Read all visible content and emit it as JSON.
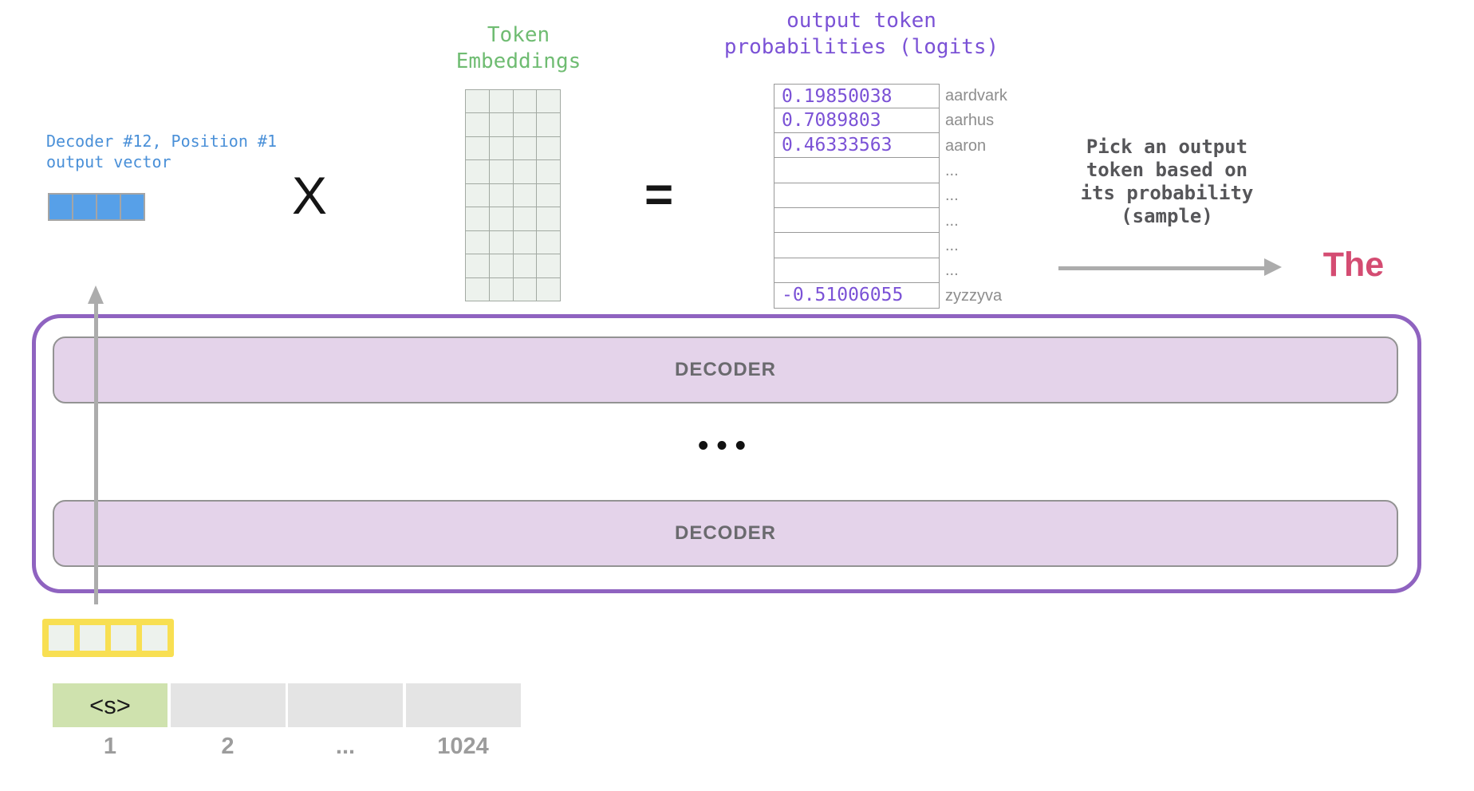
{
  "colors": {
    "blue_text": "#4A90D8",
    "vector_blue": "#57A0E8",
    "frame_gray": "#A5A5A5",
    "green_text": "#6FBC72",
    "grid_cell": "#EDF2ED",
    "grid_line": "#A2A9A2",
    "purple_text": "#7B52D6",
    "label_gray": "#8D8D8D",
    "arrow_gray": "#ACACAC",
    "pink_text": "#D44C72",
    "container_purple": "#8F63C0",
    "decoder_fill": "#E4D3EA",
    "decoder_text": "#6A6A6E",
    "yellow": "#F8DF52",
    "token_green": "#CFE2AE",
    "token_gray": "#E4E4E4",
    "pos_gray": "#9C9C9C"
  },
  "output_vector": {
    "label_line1": "Decoder #12, Position #1",
    "label_line2": "output vector",
    "rows": 1,
    "cols": 4
  },
  "multiply_sign": "X",
  "equals_sign": "=",
  "token_embeddings": {
    "title_line1": "Token",
    "title_line2": "Embeddings",
    "rows": 9,
    "cols": 4
  },
  "logits": {
    "title_line1": "output token",
    "title_line2": "probabilities (logits)",
    "rows": [
      {
        "value": "0.19850038",
        "label": "aardvark"
      },
      {
        "value": "0.7089803",
        "label": "aarhus"
      },
      {
        "value": "0.46333563",
        "label": "aaron"
      },
      {
        "value": "",
        "label": "..."
      },
      {
        "value": "",
        "label": "..."
      },
      {
        "value": "",
        "label": "..."
      },
      {
        "value": "",
        "label": "..."
      },
      {
        "value": "",
        "label": "..."
      },
      {
        "value": "-0.51006055",
        "label": "zyzzyva"
      }
    ]
  },
  "sample_note": {
    "line1": "Pick an output",
    "line2": "token based on",
    "line3": "its probability",
    "line4": "(sample)"
  },
  "sampled_token": "The",
  "decoder_stack": {
    "top_label": "DECODER",
    "ellipsis": "•••",
    "bottom_label": "DECODER"
  },
  "input_embedding": {
    "rows": 1,
    "cols": 4
  },
  "input_tokens": {
    "tokens": [
      {
        "text": "<s>"
      },
      {
        "text": ""
      },
      {
        "text": ""
      },
      {
        "text": ""
      }
    ],
    "positions": [
      "1",
      "2",
      "...",
      "1024"
    ]
  }
}
